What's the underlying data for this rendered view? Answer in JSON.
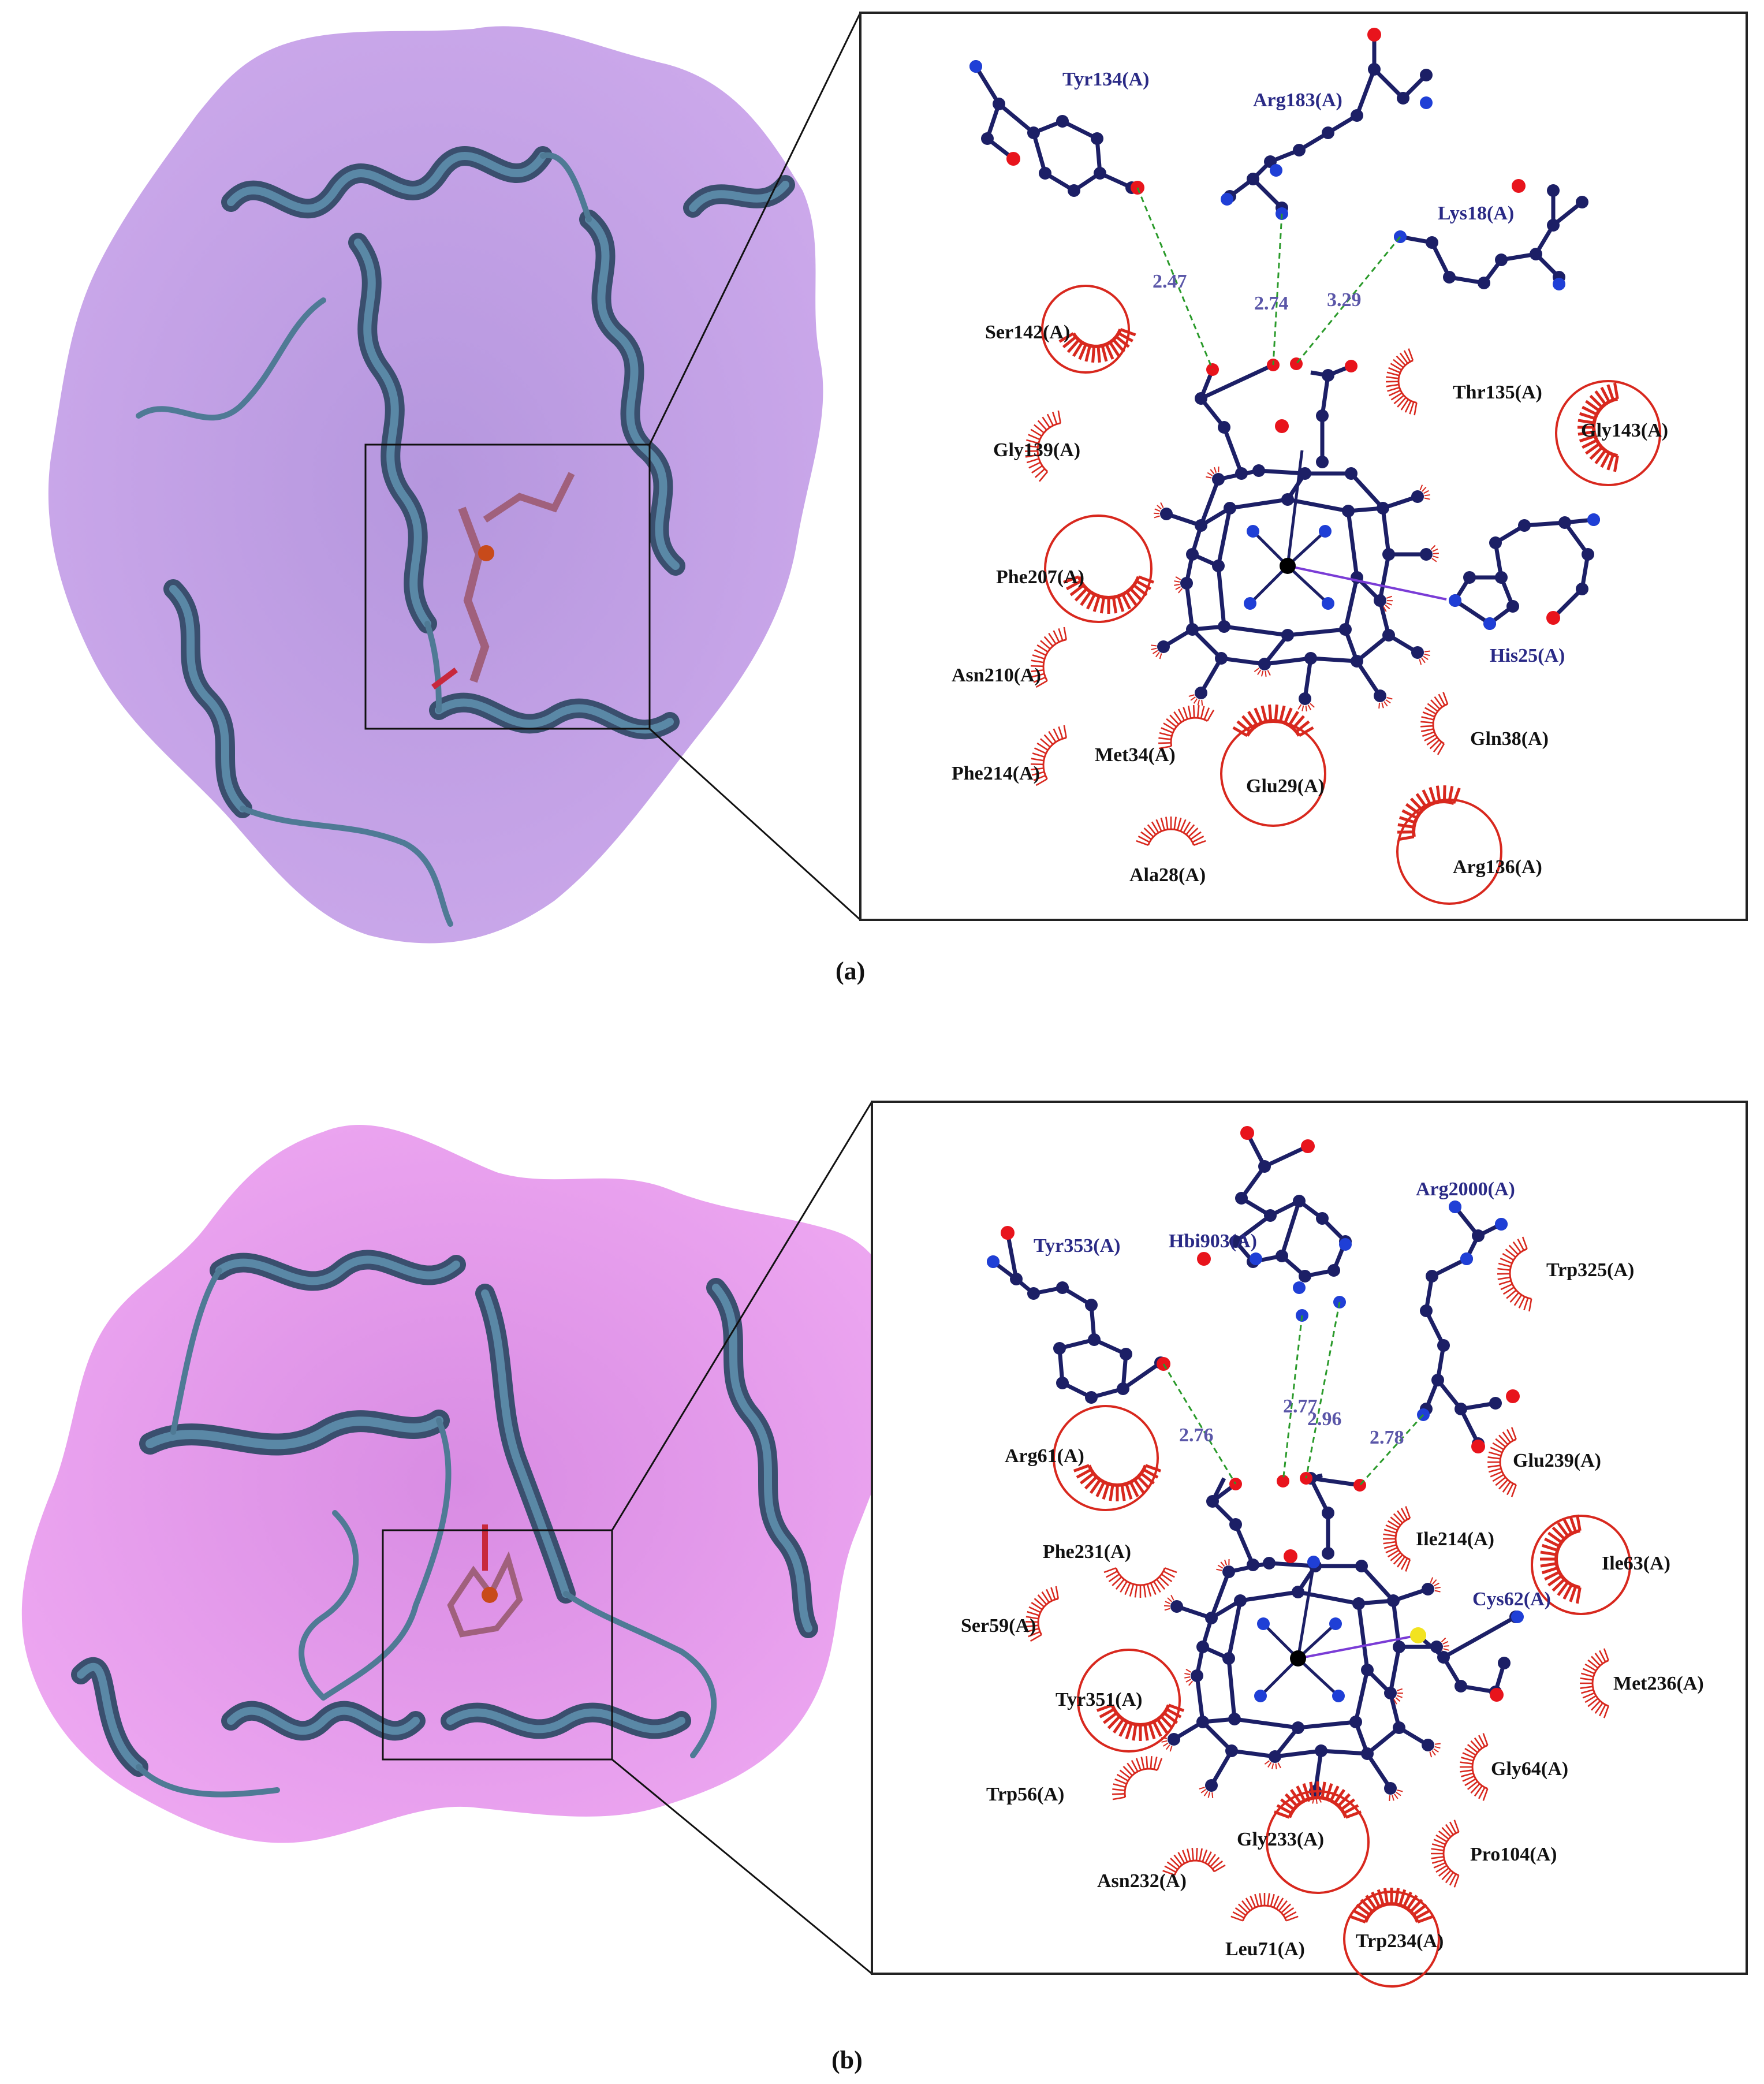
{
  "colors": {
    "ribbon": "#4f7a95",
    "ribbon_dark": "#3a4f6e",
    "surface_a": "#b88de0",
    "surface_b": "#e08ee6",
    "atom_carbon": "#1c1f66",
    "atom_oxygen": "#e8141c",
    "atom_nitrogen": "#1f3fd6",
    "atom_sulfur": "#f2e320",
    "hbond": "#2a9a2a",
    "hydrophobic": "#d8281e",
    "coordination": "#7a3cd6"
  },
  "panels": [
    {
      "caption": "(a)",
      "hbond_residues": [
        "Tyr134(A)",
        "Arg183(A)",
        "Lys18(A)",
        "His25(A)"
      ],
      "distances": [
        "2.47",
        "2.74",
        "3.29"
      ],
      "contact_residues": [
        "Ser142(A)",
        "Thr135(A)",
        "Gly143(A)",
        "Gly139(A)",
        "Phe207(A)",
        "Asn210(A)",
        "Met34(A)",
        "Phe214(A)",
        "Glu29(A)",
        "Gln38(A)",
        "Ala28(A)",
        "Arg136(A)"
      ]
    },
    {
      "caption": "(b)",
      "hbond_residues": [
        "Arg2000(A)",
        "Tyr353(A)",
        "Hbi903(A)",
        "Cys62(A)"
      ],
      "distances": [
        "2.76",
        "2.77",
        "2.96",
        "2.78"
      ],
      "contact_residues": [
        "Trp325(A)",
        "Arg61(A)",
        "Glu239(A)",
        "Phe231(A)",
        "Ile214(A)",
        "Ile63(A)",
        "Ser59(A)",
        "Tyr351(A)",
        "Met236(A)",
        "Trp56(A)",
        "Gly64(A)",
        "Gly233(A)",
        "Pro104(A)",
        "Asn232(A)",
        "Leu71(A)",
        "Trp234(A)"
      ]
    }
  ]
}
